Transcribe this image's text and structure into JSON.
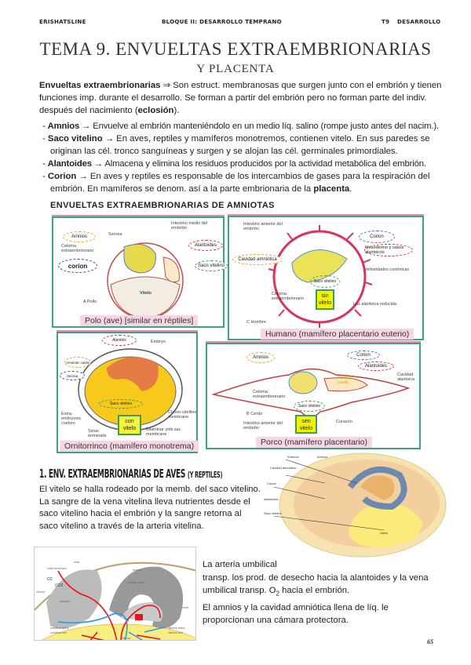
{
  "header": {
    "left": "ERISHATSLINE",
    "center": "BLOQUE II: DESARROLLO TEMPRANO",
    "right_code": "T9",
    "right": "DESARROLLO"
  },
  "title": "TEMA 9. ENVUELTAS EXTRAEMBRIONARIAS",
  "subtitle": "Y PLACENTA",
  "intro": {
    "term": "Envueltas extraembrionarias",
    "arrow": "⇒",
    "text": " Son estruct. membranosas que surgen junto con el embrión y tienen funciones imp. durante el desarrollo. Se forman a partir del embrión pero no forman parte del indiv. después del nacimiento (",
    "term2": "eclosión",
    "end": ")."
  },
  "list": [
    {
      "term": "Amnios",
      "text": " → Envuelve al embrión manteniéndolo en un medio líq. salino (rompe justo antes del nacim.)."
    },
    {
      "term": "Saco vitelino",
      "text": " → En aves, reptiles y mamíferos monotremos, contienen vitelo. En sus paredes se originan las cél. tronco sanguíneas y surgen y se alojan las cél. germinales primordiales."
    },
    {
      "term": "Alantoides",
      "text": " → Almacena y elimina los residuos producidos por la actividad metabólica del embrión."
    },
    {
      "term": "Corion",
      "text": " → En aves y reptiles es responsable de los intercambios de gases para la respiración del embrión. En mamíferos se denom. así a la parte embrionaria de la ",
      "term2": "placenta",
      "end": "."
    }
  ],
  "amniotas_heading": "ENVUELTAS EXTRAEMBRIONARIAS DE AMNIOTAS",
  "figures": {
    "polo": {
      "caption": "Polo (ave) [similar en réptiles]",
      "labels": [
        "Serosa",
        "Amnios",
        "Celoma extraembrionario",
        "corion",
        "Intestino medio del embrión",
        "Alantoides",
        "Saco vitelino",
        "Vitelo",
        "A  Pollo"
      ]
    },
    "humano": {
      "caption": "Humano (mamífero placentario euterio)",
      "labels": [
        "Intestino anterior del embrión",
        "Corion",
        "Mesodermo y vasos alantoicos",
        "Cavidad amniótica",
        "Vellosidades coriónicas",
        "Saco vitelino",
        "Celoma extraembrionario",
        "Luz alantoica reducida",
        "C Hombre"
      ],
      "badge": "sin vitelo"
    },
    "ornitorrinco": {
      "caption": "Ornitorrinco (mamífero monotrema)",
      "labels": [
        "Alantois",
        "Embryo",
        "Amniotic cavity",
        "Serosa",
        "Saco vitelino",
        "Extra-embryonic coelom",
        "Sinus terminalis",
        "Chorio-vitelline membrane",
        "Bilaminar yolk sac membrane"
      ],
      "badge": "con vitelo"
    },
    "porco": {
      "caption": "Porco (mamífero placentario)",
      "labels": [
        "Amnios",
        "Corion",
        "Alantoides",
        "Cavidad alantoica",
        "Allantoic cavity",
        "Celoma extraembrionario",
        "Saco vitelino",
        "B Cerdo",
        "Intestino anterior del embrión",
        "Corazón"
      ],
      "badge": "sen vitelo"
    }
  },
  "aves": {
    "heading": "1. ENV. EXTRAEMBRIONARIAS DE AVES",
    "heading_small": "(Y REPTILES)",
    "para": "El vitelo se halla rodeado por la memb. del saco vitelino. La sangre de la vena vitelina lleva nutrientes desde el saco vitelino hacia el embrión y la sangre retorna al saco vitelino a través de la arteria vitelina.",
    "egg_labels": [
      "Amnios",
      "Embrión",
      "Cavidad amniótica",
      "Corion",
      "Alantoides",
      "Saco vitelino",
      "Vitelo"
    ],
    "vessel_labels": [
      "shell",
      "shell membrane",
      "O2",
      "CO2",
      "chorion",
      "allantois",
      "amnion",
      "amniotic cavity",
      "heart",
      "umbilical artery",
      "umbilical vein",
      "vitelline artery",
      "vitelline vein",
      "yolk sac"
    ],
    "umbilical_title": "La arteria umbilical",
    "umbilical_text_a": "transp. los prod. de desecho hacia la alantoides y la vena umbilical transp. O",
    "umbilical_sub": "2",
    "umbilical_text_b": " hacia el embrión.",
    "amnios_text": "El amnios y la cavidad amniótica llena de líq. le proporcionan una cámara protectora."
  },
  "page_number": "65",
  "colors": {
    "frame": "#3aa57a",
    "caption_bg": "#f6d5e4",
    "badge": "#f4f400",
    "artery": "#e8141b",
    "vein": "#2a9be8"
  }
}
